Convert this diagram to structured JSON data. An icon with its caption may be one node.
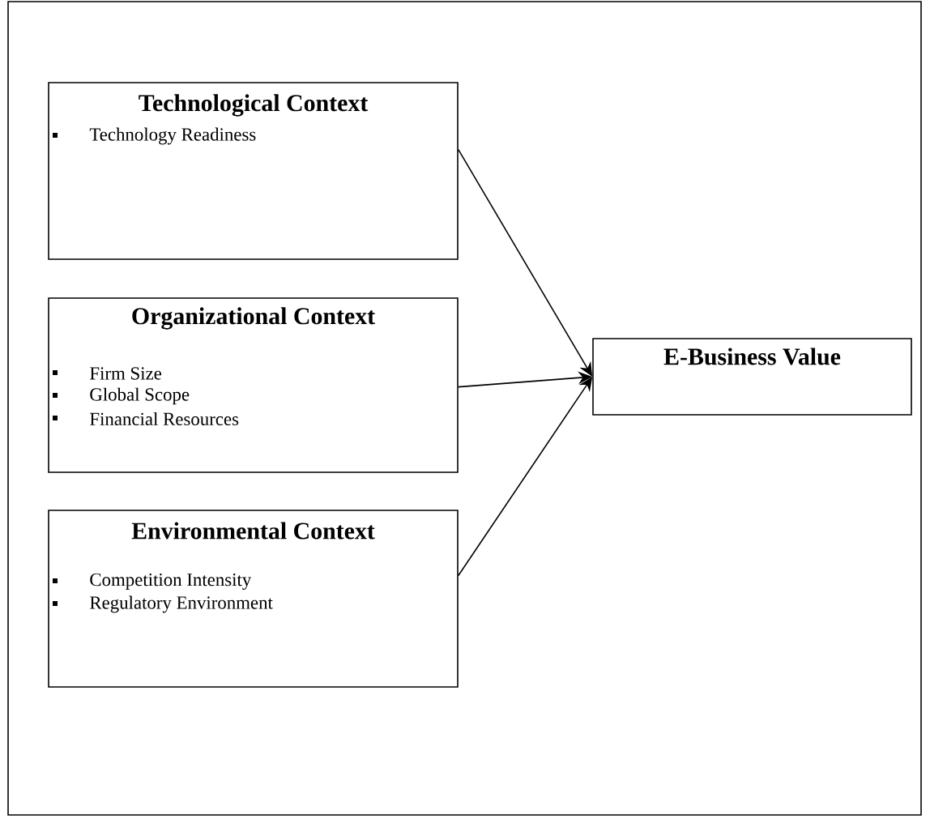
{
  "diagram": {
    "nodes": [
      {
        "text": [
          "Technological Context",
          "Technology Readiness"
        ]
      },
      {
        "text": [
          "Organizational Context",
          "Firm Size",
          "Global Scope",
          "Financial Resources"
        ]
      },
      {
        "text": [
          "Environmental Context",
          "Competition Intensity",
          "Regulatory Environment"
        ]
      },
      {
        "text": [
          "E-Business Value"
        ]
      }
    ],
    "edges": [
      {
        "from": 0,
        "to": 3,
        "arrow": "to"
      },
      {
        "from": 1,
        "to": 3,
        "arrow": "to"
      },
      {
        "from": 2,
        "to": 3,
        "arrow": "to"
      }
    ]
  }
}
